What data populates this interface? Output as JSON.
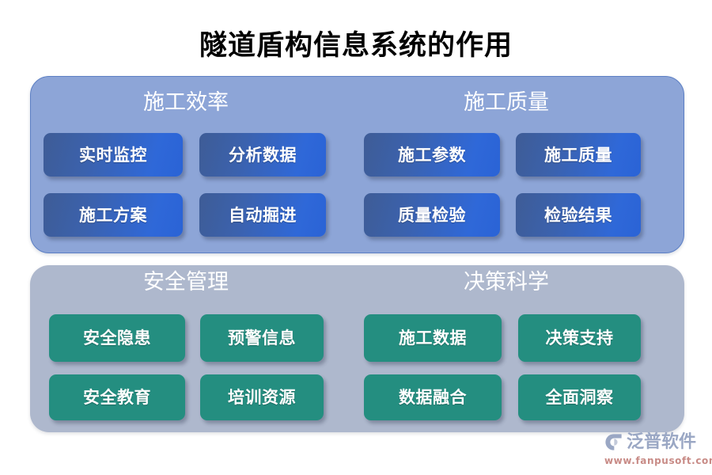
{
  "title": "隧道盾构信息系统的作用",
  "colors": {
    "panel_blue": "#8da5d7",
    "panel_gray": "#aeb8cd",
    "card_blue_start": "#3e5c96",
    "card_blue_end": "#2a63d6",
    "card_green": "#248e80",
    "title_text": "#000000",
    "heading_text": "#ffffff",
    "logo_text": "#9aa7c4",
    "logo_url": "#c88b86"
  },
  "panels": [
    {
      "id": "construction-panel",
      "theme": "blue",
      "groups": [
        {
          "id": "efficiency",
          "heading": "施工效率",
          "cards": [
            "实时监控",
            "分析数据",
            "施工方案",
            "自动掘进"
          ]
        },
        {
          "id": "quality",
          "heading": "施工质量",
          "cards": [
            "施工参数",
            "施工质量",
            "质量检验",
            "检验结果"
          ]
        }
      ]
    },
    {
      "id": "management-panel",
      "theme": "gray",
      "groups": [
        {
          "id": "safety",
          "heading": "安全管理",
          "cards": [
            "安全隐患",
            "预警信息",
            "安全教育",
            "培训资源"
          ]
        },
        {
          "id": "decision",
          "heading": "决策科学",
          "cards": [
            "施工数据",
            "决策支持",
            "数据融合",
            "全面洞察"
          ]
        }
      ]
    }
  ],
  "logo": {
    "brand": "泛普软件",
    "url": "www.fanpusoft.com",
    "icon": "fanpu-swoosh-logo-icon"
  }
}
